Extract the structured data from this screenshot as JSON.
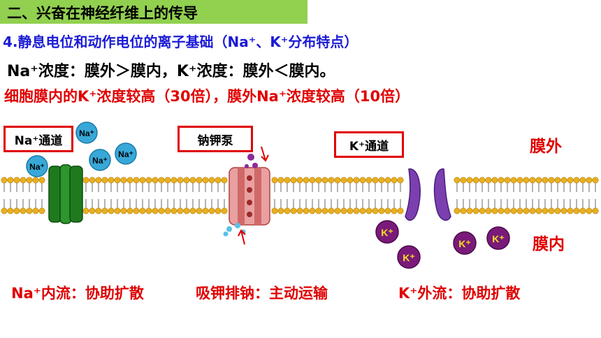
{
  "header": {
    "section_title": "二、兴奋在神经纤维上的传导",
    "subtitle": "4.静息电位和动作电位的离子基础（Na⁺、K⁺分布特点）"
  },
  "facts": {
    "concentration_line": "Na⁺浓度：膜外＞膜内，K⁺浓度：膜外＜膜内。",
    "ratio_line": "细胞膜内的K⁺浓度较高（30倍），膜外Na⁺浓度较高（10倍）"
  },
  "diagram": {
    "na_channel_label": "Na⁺通道",
    "pump_label": "钠钾泵",
    "k_channel_label": "K⁺通道",
    "outside_label": "膜外",
    "inside_label": "膜内",
    "na_ion_label": "Na⁺",
    "k_ion_label": "K⁺"
  },
  "bottom": {
    "na_influx": "Na⁺内流：协助扩散",
    "pump_action": "吸钾排钠：主动运输",
    "k_efflux": "K⁺外流：协助扩散"
  },
  "colors": {
    "banner": "#92d050",
    "subtitle_blue": "#1b1bd6",
    "emphasis_red": "#e00000",
    "lipid_head": "#e8b020",
    "na_channel": "#1f7a1f",
    "pump": "#e08080",
    "k_channel": "#7b3fb0",
    "na_ion": "#38a8d8",
    "k_ion": "#7a1a7a"
  }
}
